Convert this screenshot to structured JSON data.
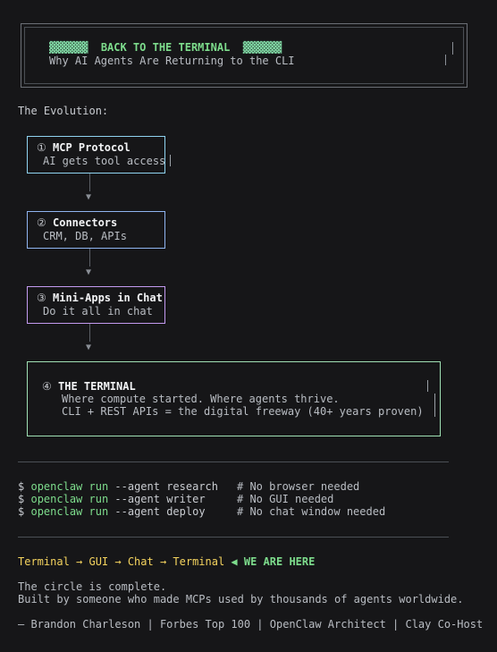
{
  "banner": {
    "title": "BACK TO THE TERMINAL",
    "subtitle": "Why AI Agents Are Returning to the CLI",
    "block_left": "▓▓▓▓▓▓",
    "block_right": "▓▓▓▓▓▓"
  },
  "evolution_heading": "The Evolution:",
  "steps": [
    {
      "icon": "①",
      "title": "MCP Protocol",
      "desc": "AI gets tool access"
    },
    {
      "icon": "②",
      "title": "Connectors",
      "desc": "CRM, DB, APIs"
    },
    {
      "icon": "③",
      "title": "Mini-Apps in Chat",
      "desc": "Do it all in chat"
    }
  ],
  "terminal_box": {
    "icon": "④",
    "title": "THE TERMINAL",
    "line1": "Where compute started. Where agents thrive.",
    "line2": "CLI + REST APIs = the digital freeway (40+ years proven)"
  },
  "arrow_glyph": "▼",
  "commands": [
    {
      "prompt": "$",
      "cmd": "openclaw run",
      "args": "--agent research",
      "comment": "# No browser needed"
    },
    {
      "prompt": "$",
      "cmd": "openclaw run",
      "args": "--agent writer",
      "comment": "# No GUI needed"
    },
    {
      "prompt": "$",
      "cmd": "openclaw run",
      "args": "--agent deploy",
      "comment": "# No chat window needed"
    }
  ],
  "flow": {
    "path": "Terminal → GUI → Chat → Terminal",
    "marker": "◀ WE ARE HERE"
  },
  "closing": {
    "line1": "The circle is complete.",
    "line2": "Built by someone who made MCPs used by thousands of agents worldwide."
  },
  "signature": "— Brandon Charleson | Forbes Top 100 | OpenClaw Architect | Clay Co-Host",
  "colors": {
    "background": "#161618",
    "green": "#7ddc8c",
    "yellow": "#f4d35e",
    "box1_border": "#8fd3f0",
    "box2_border": "#8fb4f0",
    "box3_border": "#c39af0",
    "box4_border": "#9fe0b4"
  }
}
